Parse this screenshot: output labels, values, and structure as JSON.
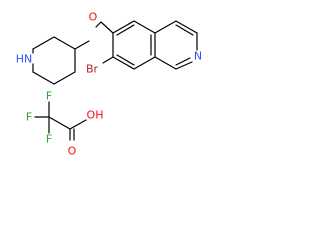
{
  "diagram": {
    "atoms": {
      "nh": "HN",
      "o_ether": "O",
      "br": "Br",
      "n_isoquinoline": "N",
      "oh": "OH",
      "o_carbonyl": "O",
      "f1": "F",
      "f2": "F",
      "f3": "F"
    },
    "colors": {
      "nitrogen": "#3050F8",
      "oxygen": "#FF0D0D",
      "bromine": "#A62929",
      "fluorine": "#2AA52A",
      "bond": "#000000"
    }
  }
}
